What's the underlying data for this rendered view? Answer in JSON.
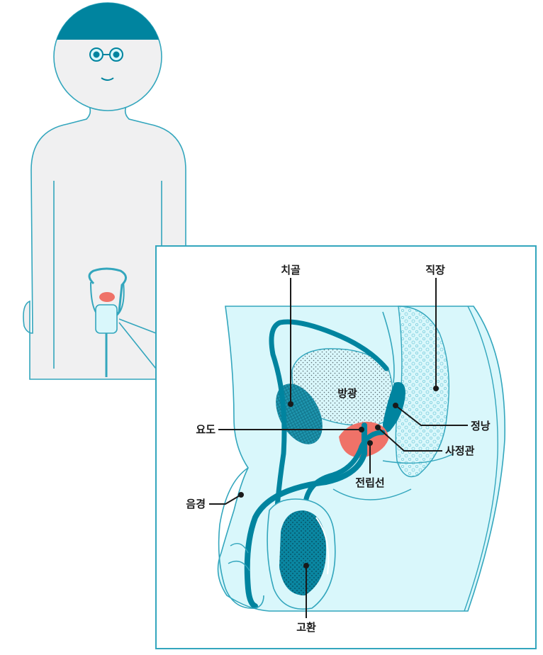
{
  "labels": {
    "pubic_bone": "치골",
    "rectum": "직장",
    "bladder": "방광",
    "urethra": "요도",
    "seminal_vesicle": "정낭",
    "ejaculatory_duct": "사정관",
    "prostate": "전립선",
    "penis": "음경",
    "testis": "고환"
  },
  "colors": {
    "teal": "#00849f",
    "teal_light": "#d9f7fb",
    "body_gray": "#f0f0f1",
    "outline_teal": "#33a6bd",
    "prostate": "#ef7268"
  }
}
